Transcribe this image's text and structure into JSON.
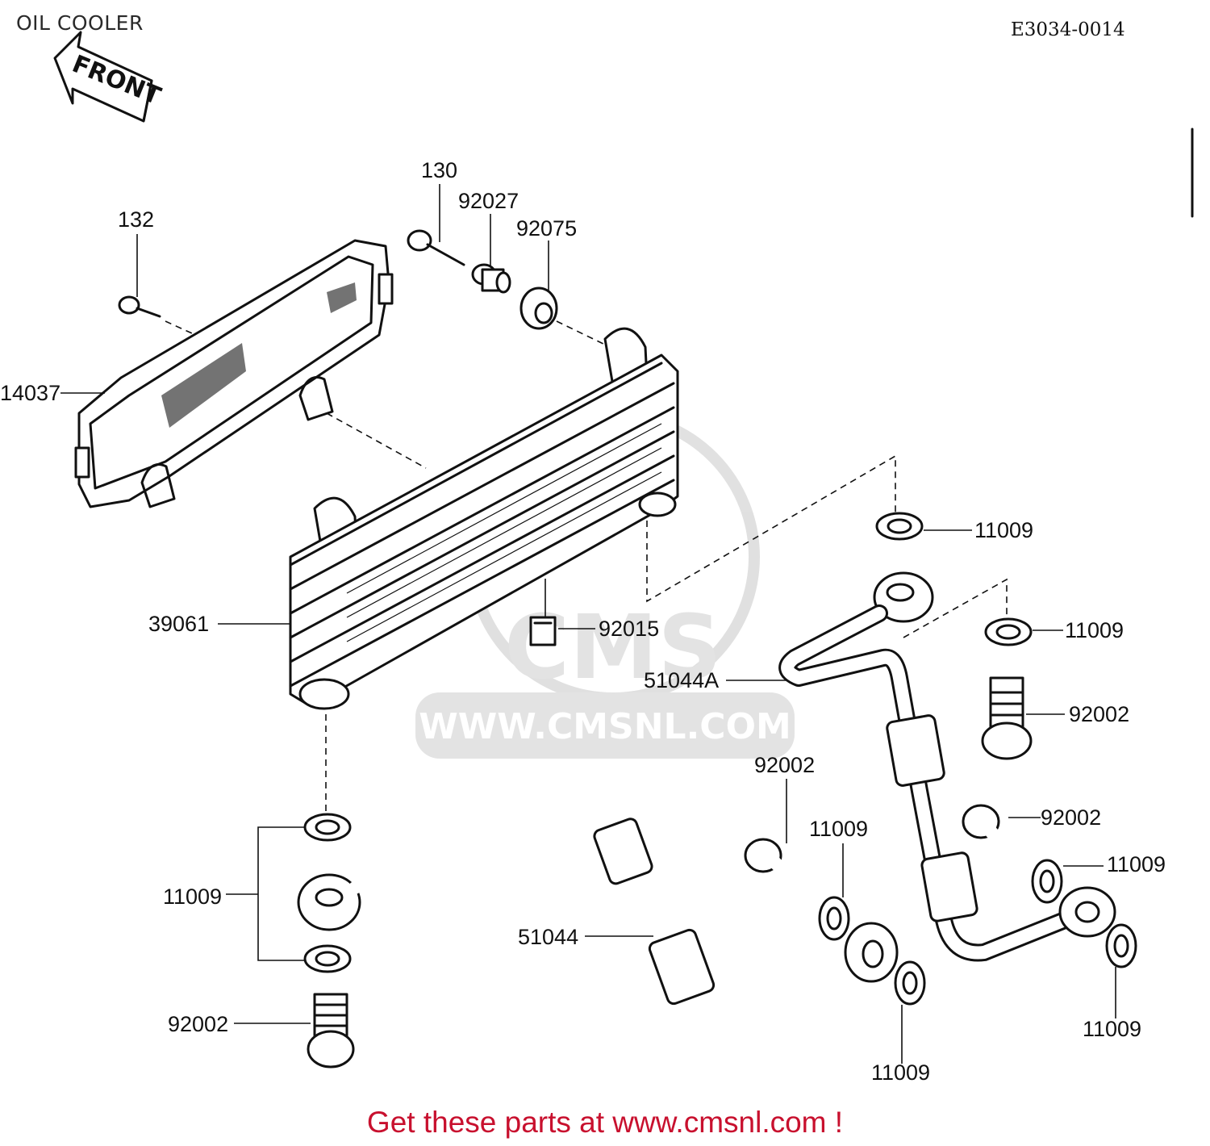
{
  "diagram": {
    "title": "OIL COOLER",
    "code": "E3034-0014",
    "front_label": "FRONT",
    "watermark": {
      "brand": "CMS",
      "url": "WWW.CMSNL.COM"
    },
    "footer": "Get these parts at www.cmsnl.com !",
    "parts": [
      {
        "id": "p130",
        "label": "130"
      },
      {
        "id": "p92027",
        "label": "92027"
      },
      {
        "id": "p92075",
        "label": "92075"
      },
      {
        "id": "p132",
        "label": "132"
      },
      {
        "id": "p14037",
        "label": "14037"
      },
      {
        "id": "p39061",
        "label": "39061"
      },
      {
        "id": "p92015",
        "label": "92015"
      },
      {
        "id": "p11009_a",
        "label": "11009"
      },
      {
        "id": "p11009_b",
        "label": "11009"
      },
      {
        "id": "p92002_a",
        "label": "92002"
      },
      {
        "id": "p51044A",
        "label": "51044A"
      },
      {
        "id": "p92002_b",
        "label": "92002"
      },
      {
        "id": "p11009_c",
        "label": "11009"
      },
      {
        "id": "p92002_c",
        "label": "92002"
      },
      {
        "id": "p11009_d",
        "label": "11009"
      },
      {
        "id": "p11009_e",
        "label": "11009"
      },
      {
        "id": "p51044",
        "label": "51044"
      },
      {
        "id": "p92002_d",
        "label": "92002"
      },
      {
        "id": "p11009_f",
        "label": "11009"
      },
      {
        "id": "p11009_g",
        "label": "11009"
      }
    ]
  }
}
